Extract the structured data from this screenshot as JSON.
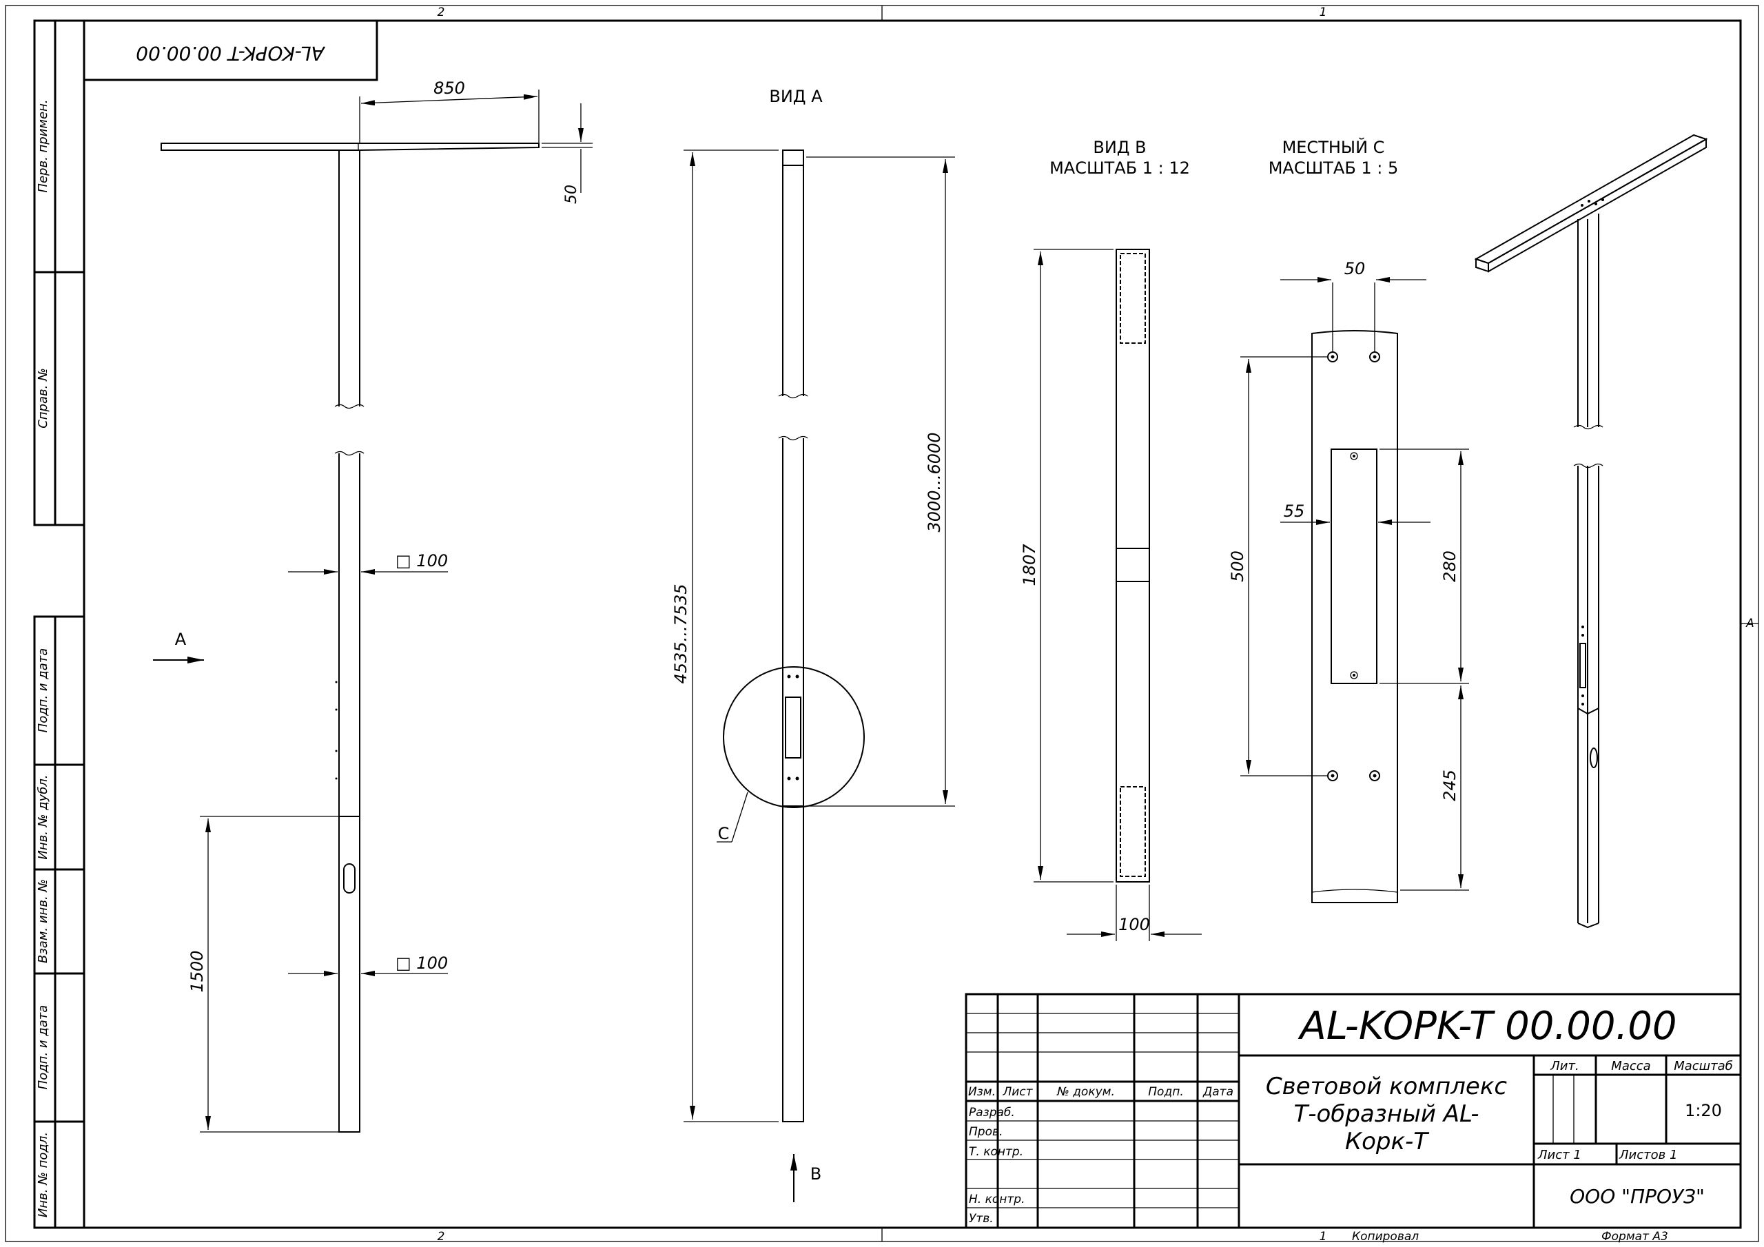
{
  "frame": {
    "zone_top_left": "2",
    "zone_top_right": "1",
    "zone_bottom_left": "2",
    "zone_bottom_right": "1",
    "zone_right": "A",
    "copied_label": "Копировал",
    "format_label": "Формат А3",
    "mirror_code": "AL-KOPK-T 00.00.00"
  },
  "side_stamp": {
    "perv_primen": "Перв. примен.",
    "sprav_no": "Справ. №",
    "podp_data_1": "Подп. и дата",
    "inv_dubl": "Инв. № дубл.",
    "vzam_inv": "Взам. инв. №",
    "podp_data_2": "Подп. и дата",
    "inv_podl": "Инв. № подл."
  },
  "views": {
    "view_a_title": "ВИД А",
    "view_b_title": "ВИД В",
    "view_b_scale": "МАСШТАБ 1 : 12",
    "local_c_title": "МЕСТНЫЙ С",
    "local_c_scale": "МАСШТАБ 1 : 5",
    "arrow_a": "A",
    "arrow_b": "B",
    "callout_c": "C"
  },
  "dimensions": {
    "arm": "850",
    "arm_thickness": "50",
    "section_top": "□ 100",
    "section_bottom": "□ 100",
    "base_height": "1500",
    "total_height": "4535...7535",
    "pole_height": "3000...6000",
    "view_b_height": "1807",
    "view_b_width": "100",
    "c_bolt_spacing": "50",
    "c_hatch_width": "55",
    "c_bolt_vertical": "500",
    "c_hatch_height": "280",
    "c_bottom_offset": "245"
  },
  "title_block": {
    "doc_code": "AL-KOPK-T 00.00.00",
    "name_line_1": "Световой комплекс",
    "name_line_2": "Т-образный AL-",
    "name_line_3": "Корк-Т",
    "col_izm": "Изм.",
    "col_list": "Лист",
    "col_doc": "№ докум.",
    "col_podp": "Подп.",
    "col_data": "Дата",
    "row_razrab": "Разраб.",
    "row_prov": "Пров.",
    "row_tkontr": "Т. контр.",
    "row_nkontr": "Н. контр.",
    "row_utv": "Утв.",
    "lit_label": "Лит.",
    "mass_label": "Масса",
    "scale_label": "Масштаб",
    "scale_value": "1:20",
    "sheet_label": "Лист 1",
    "sheets_label": "Листов 1",
    "company": "ООО \"ПРОУЗ\""
  }
}
